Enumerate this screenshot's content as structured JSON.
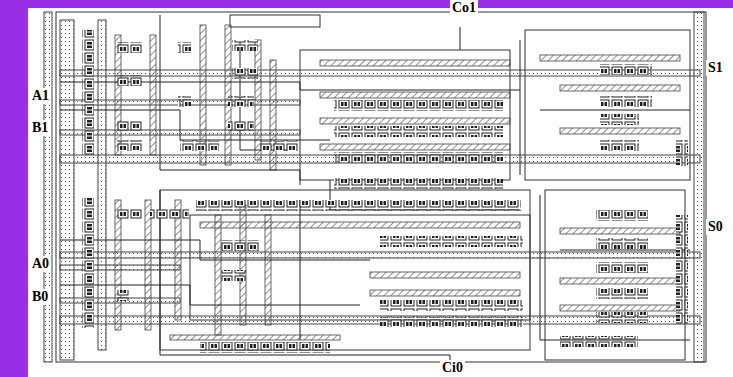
{
  "diagram": {
    "labels": [
      "Co1",
      "S1",
      "A1",
      "B1",
      "S0",
      "A0",
      "B0",
      "Ci0"
    ]
  }
}
